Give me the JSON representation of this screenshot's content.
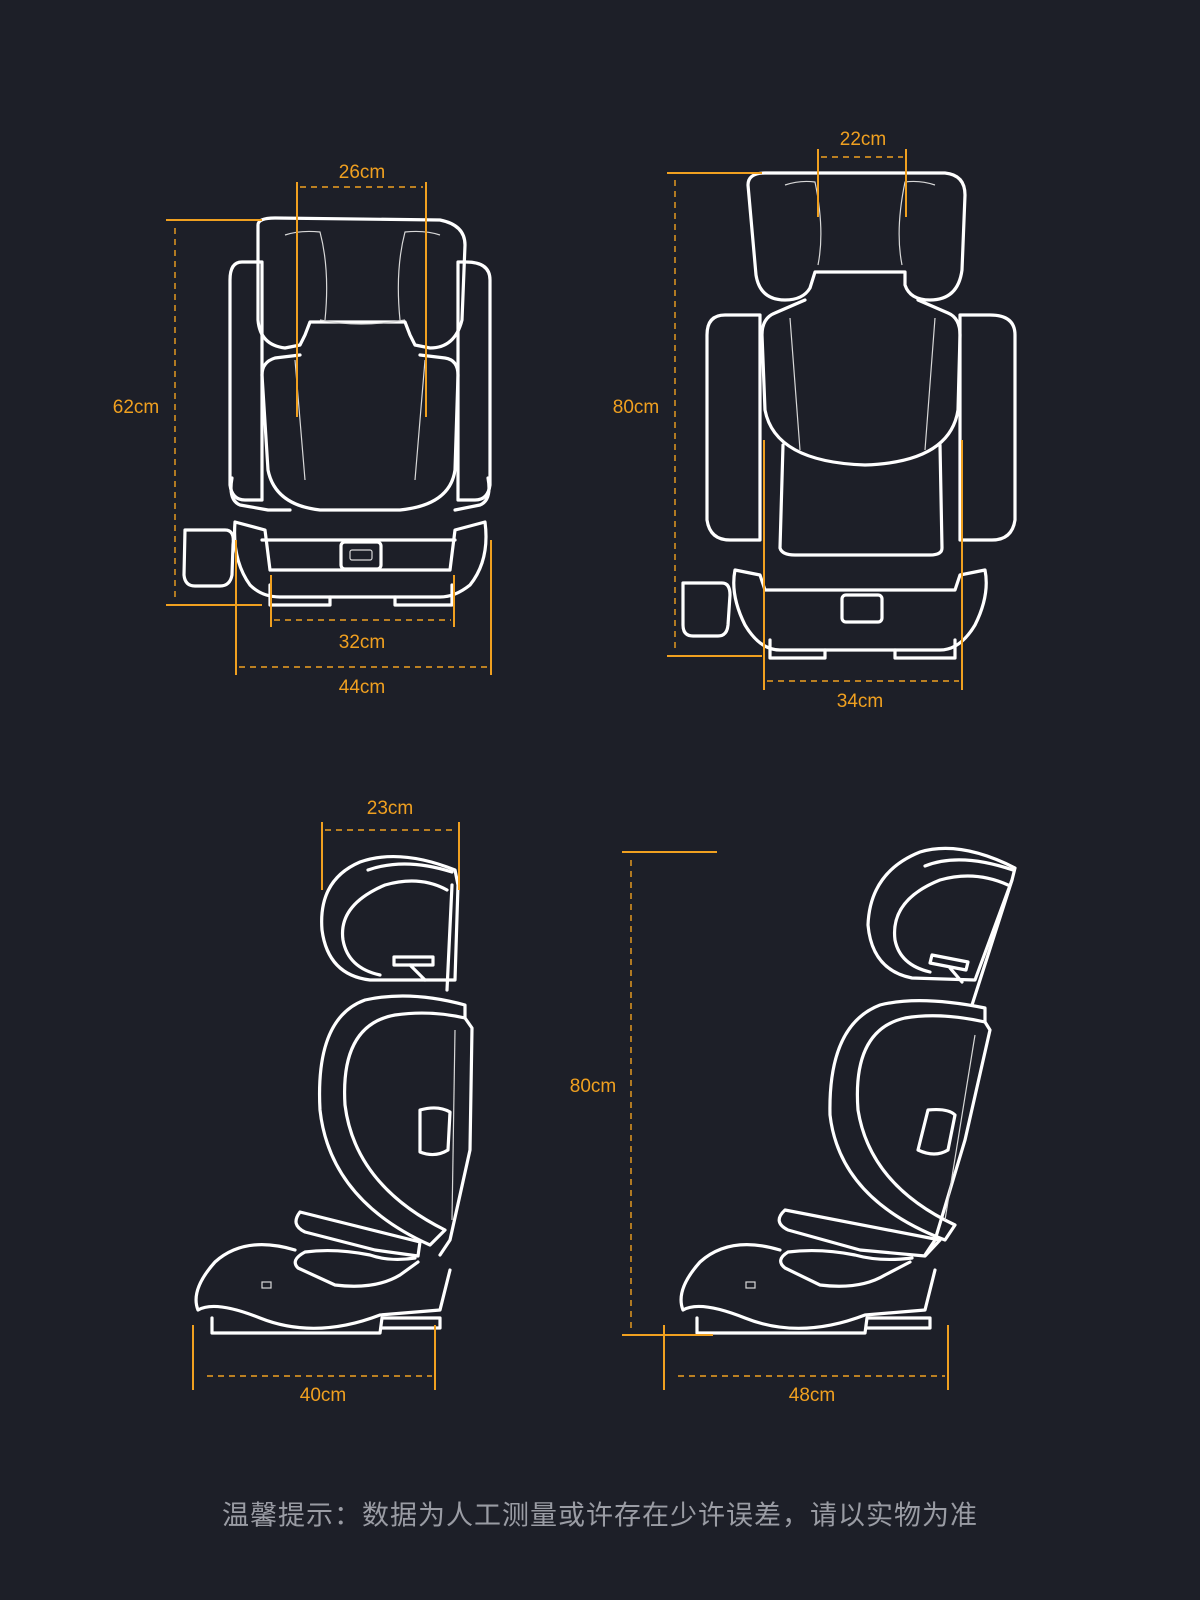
{
  "front_collapsed": {
    "height": "62cm",
    "headrest_width": "26cm",
    "seat_width": "32cm",
    "base_width": "44cm"
  },
  "front_extended": {
    "height": "80cm",
    "headrest_width": "22cm",
    "seat_width": "34cm"
  },
  "side_collapsed": {
    "headrest_depth": "23cm",
    "base_depth": "40cm"
  },
  "side_extended": {
    "height": "80cm",
    "base_depth": "48cm"
  },
  "footer": "温馨提示：数据为人工测量或许存在少许误差，请以实物为准",
  "colors": {
    "background": "#1d1f28",
    "accent": "#f0a020",
    "outline": "#ffffff"
  }
}
